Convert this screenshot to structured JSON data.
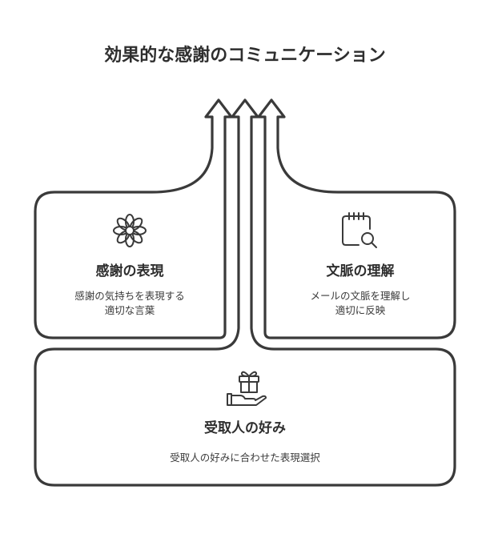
{
  "title": "効果的な感謝のコミュニケーション",
  "cards": [
    {
      "icon": "flower-icon",
      "title": "感謝の表現",
      "description_lines": [
        "感謝の気持ちを表現する",
        "適切な言葉"
      ]
    },
    {
      "icon": "calendar-search-icon",
      "title": "文脈の理解",
      "description_lines": [
        "メールの文脈を理解し",
        "適切に反映"
      ]
    },
    {
      "icon": "gift-hand-icon",
      "title": "受取人の好み",
      "description_lines": [
        "受取人の好みに合わせた表現選択"
      ]
    }
  ]
}
